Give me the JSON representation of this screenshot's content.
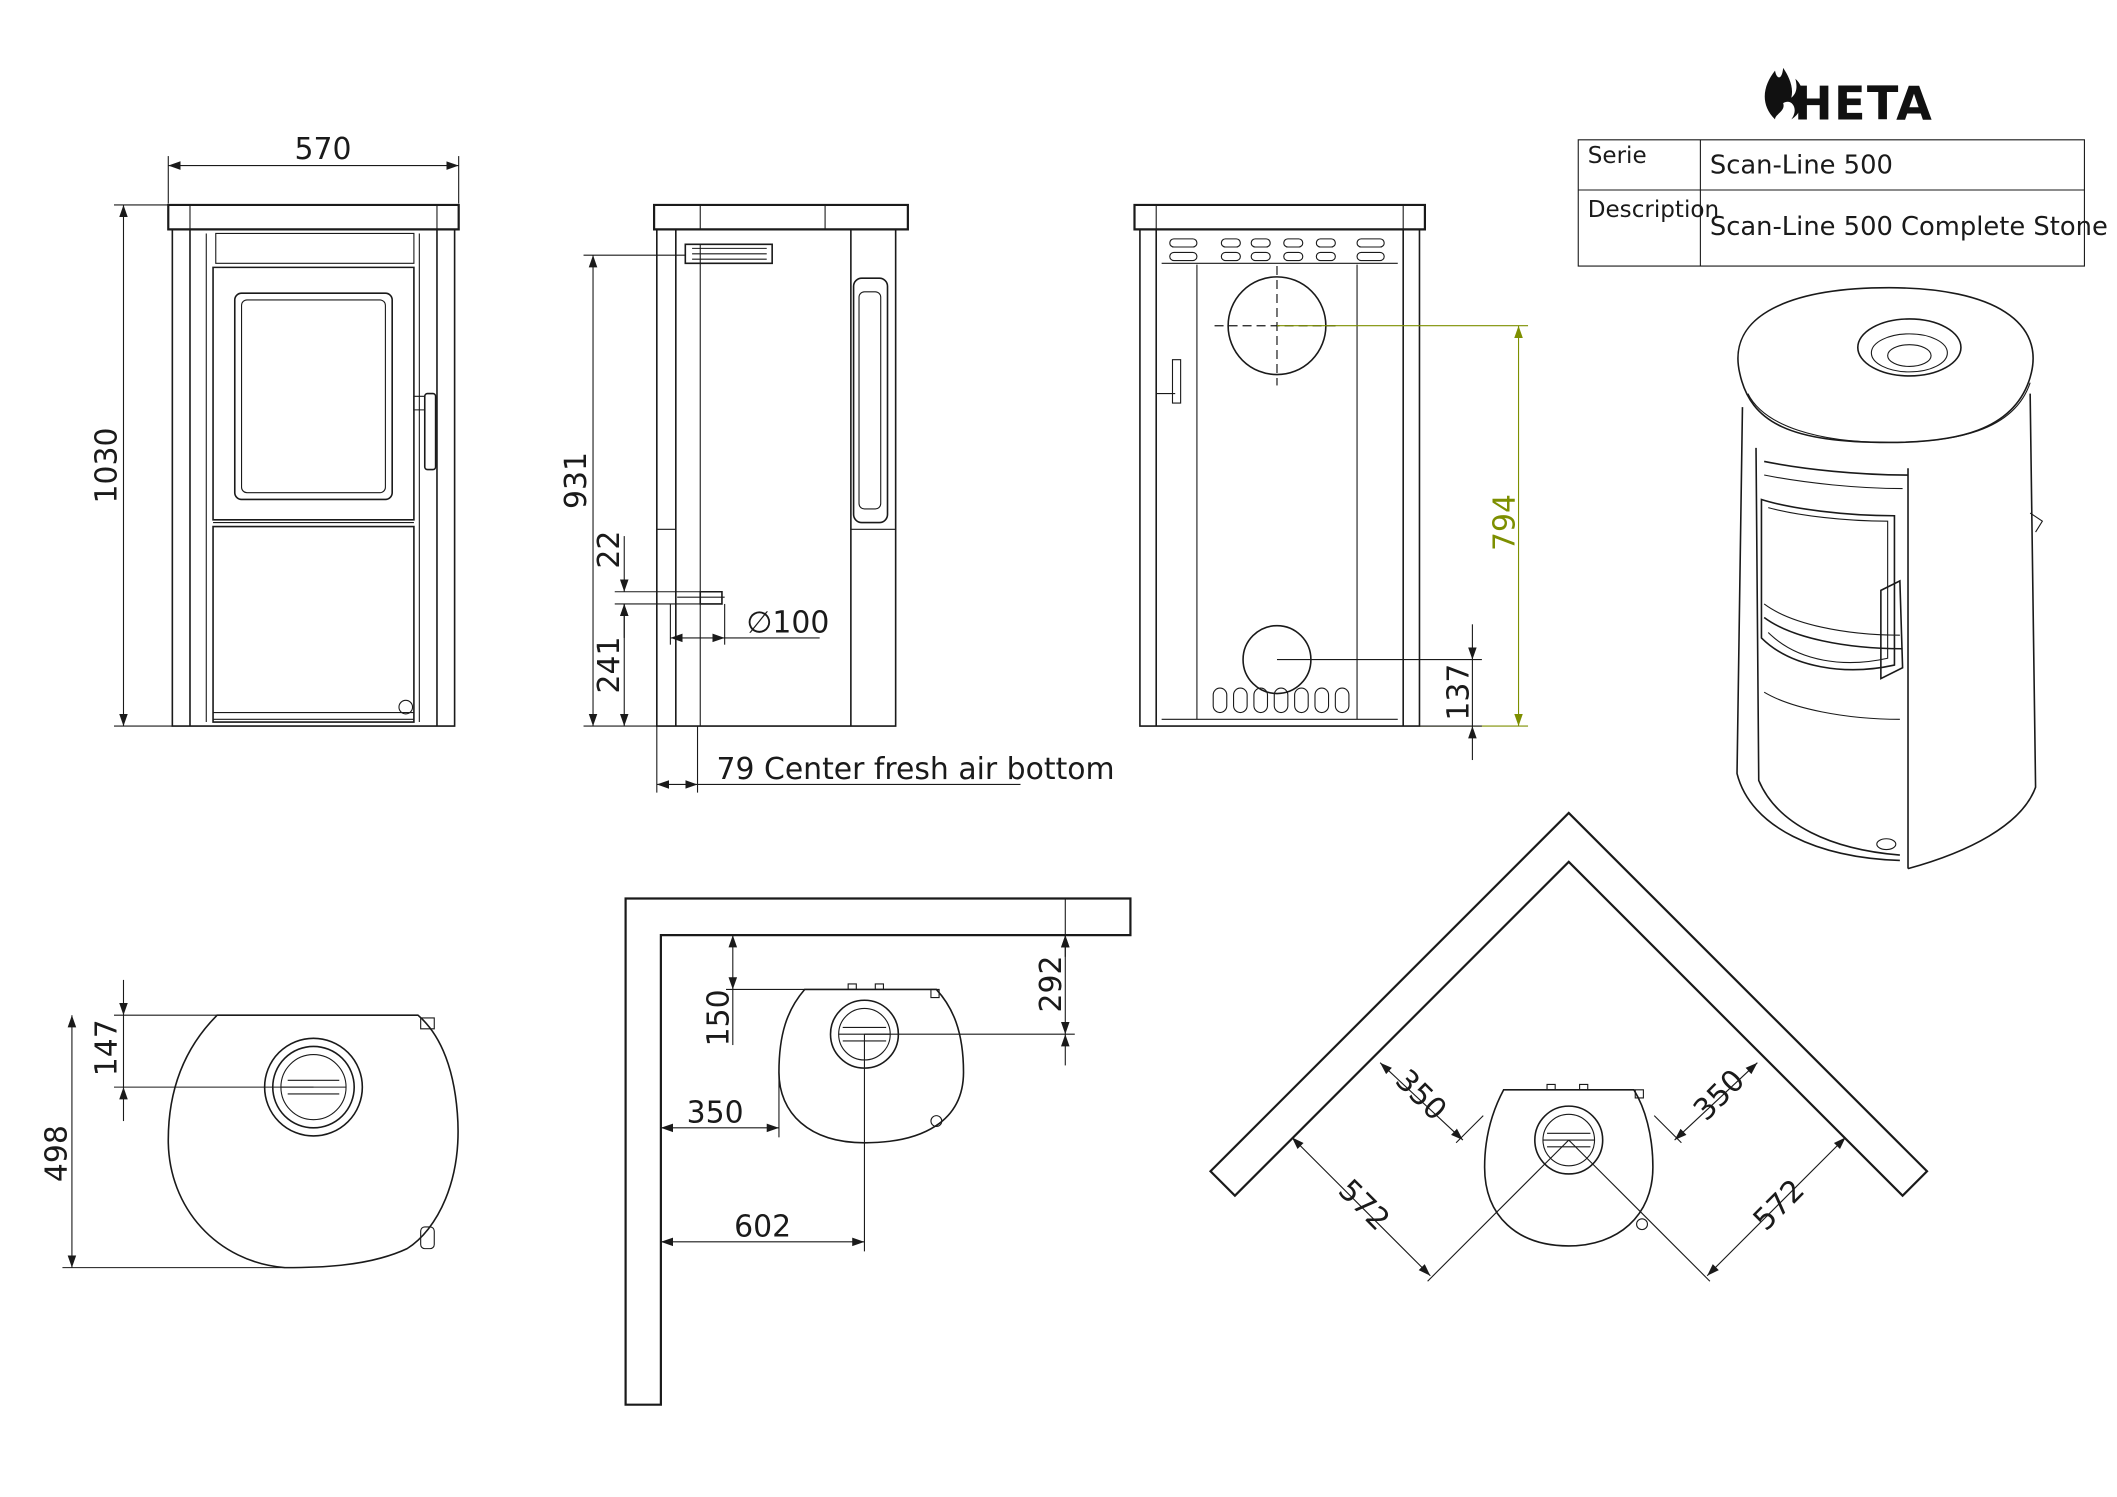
{
  "brand": {
    "name": "HETA"
  },
  "title_block": {
    "serie_label": "Serie",
    "serie_value": "Scan-Line 500",
    "description_label": "Description",
    "description_value": "Scan-Line 500 Complete Stone"
  },
  "front_view": {
    "width_dim": "570",
    "height_dim": "1030"
  },
  "side_view": {
    "height_dim": "931",
    "inlet_height_dim": "22",
    "inlet_bottom_dim": "241",
    "diameter_dim": "∅100",
    "fresh_air_dim": "79 Center fresh air bottom"
  },
  "rear_view": {
    "top_outlet_dim": "794",
    "bottom_inlet_dim": "137"
  },
  "top_view": {
    "depth_dim": "498",
    "flue_dim": "147"
  },
  "wall_view": {
    "back_dim": "292",
    "flue_back_dim": "150",
    "side_dim": "350",
    "flue_side_dim": "602"
  },
  "corner_view": {
    "left_gap_dim": "350",
    "right_gap_dim": "350",
    "left_flue_dim": "572",
    "right_flue_dim": "572"
  }
}
